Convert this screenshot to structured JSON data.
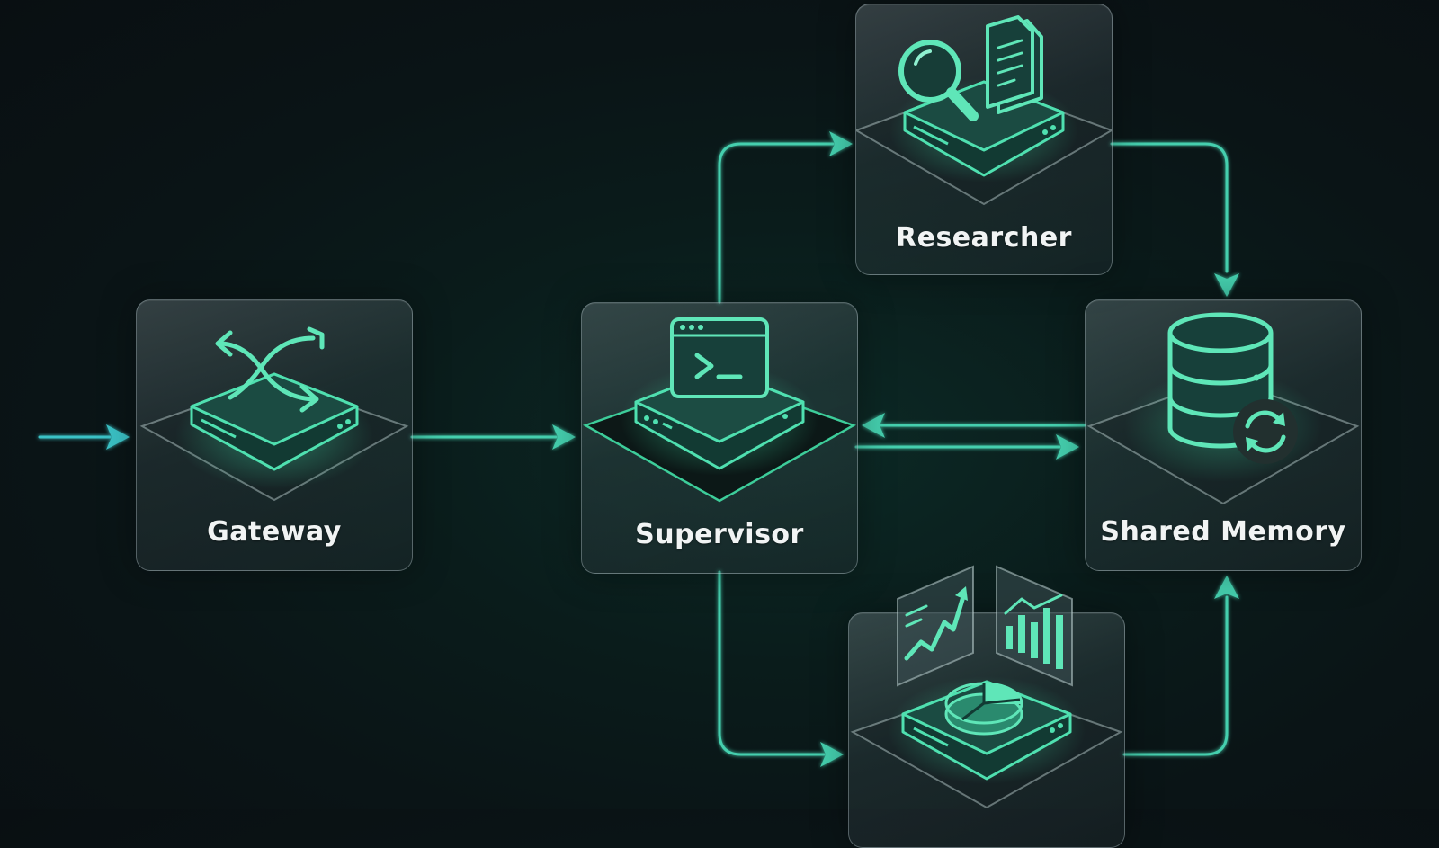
{
  "nodes": {
    "gateway": {
      "label": "Gateway",
      "icon": "shuffle-icon"
    },
    "supervisor": {
      "label": "Supervisor",
      "icon": "terminal-icon"
    },
    "researcher": {
      "label": "Researcher",
      "icon": "magnifier-documents-icon"
    },
    "shared_memory": {
      "label": "Shared Memory",
      "icon": "database-sync-icon"
    },
    "analyst": {
      "label": "",
      "icon": "charts-icon"
    }
  },
  "colors": {
    "accent": "#3fd6a0",
    "accent_light": "#5fe6b8",
    "arrow_cyan": "#35c8c0"
  }
}
